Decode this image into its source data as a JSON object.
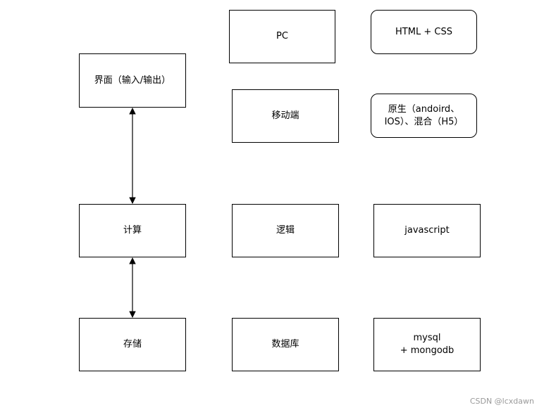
{
  "diagram": {
    "nodes": [
      {
        "id": "interface",
        "label": "界面（输入/输出）"
      },
      {
        "id": "pc",
        "label": "PC"
      },
      {
        "id": "html_css",
        "label": "HTML + CSS"
      },
      {
        "id": "mobile",
        "label": "移动端"
      },
      {
        "id": "native_hybrid",
        "label": "原生（andoird、\nIOS）、混合（H5）"
      },
      {
        "id": "compute",
        "label": "计算"
      },
      {
        "id": "logic",
        "label": "逻辑"
      },
      {
        "id": "javascript",
        "label": "javascript"
      },
      {
        "id": "storage",
        "label": "存储"
      },
      {
        "id": "database",
        "label": "数据库"
      },
      {
        "id": "mysql_mongodb",
        "label": "mysql\n+ mongodb"
      }
    ],
    "edges": [
      {
        "from": "interface",
        "to": "compute",
        "arrows": "both"
      },
      {
        "from": "compute",
        "to": "storage",
        "arrows": "both"
      }
    ]
  },
  "watermark": "CSDN @lcxdawn"
}
